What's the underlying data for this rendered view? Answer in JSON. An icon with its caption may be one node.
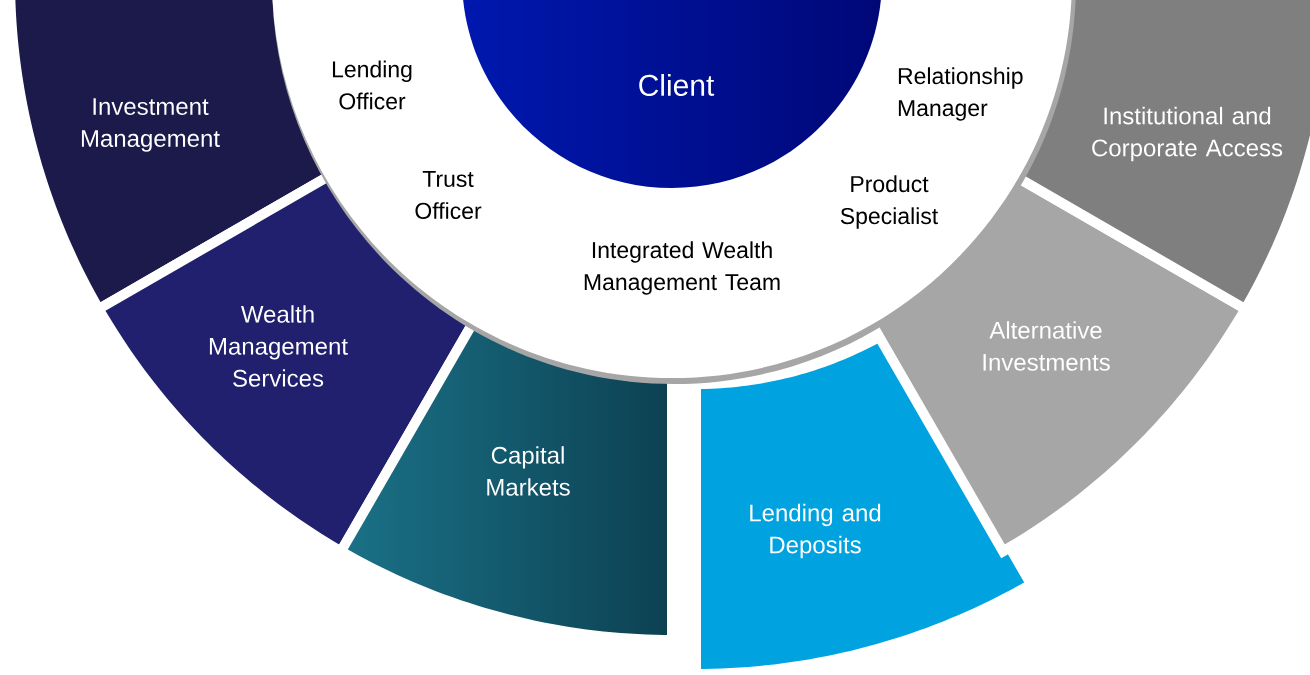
{
  "diagram": {
    "nodes": [
      {
        "text": [
          "Lending Officer",
          "Relationship Manager",
          "Trust Officer",
          "Product Specialist",
          "Integrated Wealth Management Team"
        ]
      },
      {
        "text": [
          "Client"
        ],
        "in": 0
      },
      {
        "text": [
          "Investment Management"
        ]
      },
      {
        "text": [
          "Wealth Management Services"
        ]
      },
      {
        "text": [
          "Capital Markets"
        ]
      },
      {
        "text": [
          "Lending and Deposits"
        ]
      },
      {
        "text": [
          "Alternative Investments"
        ]
      },
      {
        "text": [
          "Institutional and Corporate Access"
        ]
      }
    ]
  }
}
